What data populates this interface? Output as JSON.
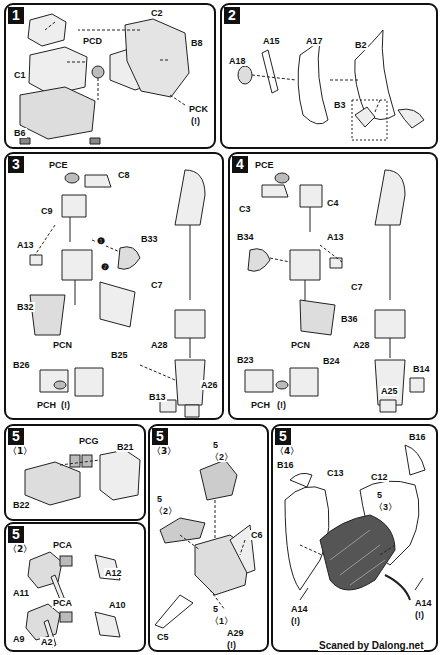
{
  "diagram": {
    "nodes": [
      {
        "text": [
          "1"
        ]
      },
      {
        "text": [
          "2"
        ]
      },
      {
        "text": [
          "3"
        ]
      },
      {
        "text": [
          "4"
        ]
      },
      {
        "text": [
          "5",
          "〈1〉"
        ]
      },
      {
        "text": [
          "5",
          "〈2〉"
        ]
      },
      {
        "text": [
          "5",
          "〈3〉"
        ]
      },
      {
        "text": [
          "5",
          "〈4〉"
        ]
      }
    ],
    "labels": [
      "C2",
      "PCD",
      "B8",
      "C1",
      "PCK",
      "(!)",
      "B6",
      "A18",
      "A15",
      "A17",
      "B2",
      "B3",
      "PCE",
      "C8",
      "C9",
      "A13",
      "B33",
      "❶",
      "❷",
      "B32",
      "C7",
      "A28",
      "PCN",
      "B25",
      "B26",
      "PCH",
      "(!)",
      "B13",
      "A26",
      "PCE",
      "C3",
      "C4",
      "C7",
      "B34",
      "A13",
      "A28",
      "B36",
      "PCN",
      "B23",
      "B24",
      "PCH",
      "(!)",
      "B14",
      "A25",
      "PCG",
      "B21",
      "B22",
      "PCA",
      "A12",
      "A11",
      "PCA",
      "A10",
      "A9",
      "A2",
      "5",
      "〈2〉",
      "5",
      "〈2〉",
      "5",
      "〈1〉",
      "C6",
      "C5",
      "A29",
      "(!)",
      "B16",
      "B16",
      "C12",
      "C13",
      "5",
      "〈3〉",
      "A14",
      "(!)",
      "A14",
      "(!)",
      "Scaned by Dalong.net"
    ]
  }
}
